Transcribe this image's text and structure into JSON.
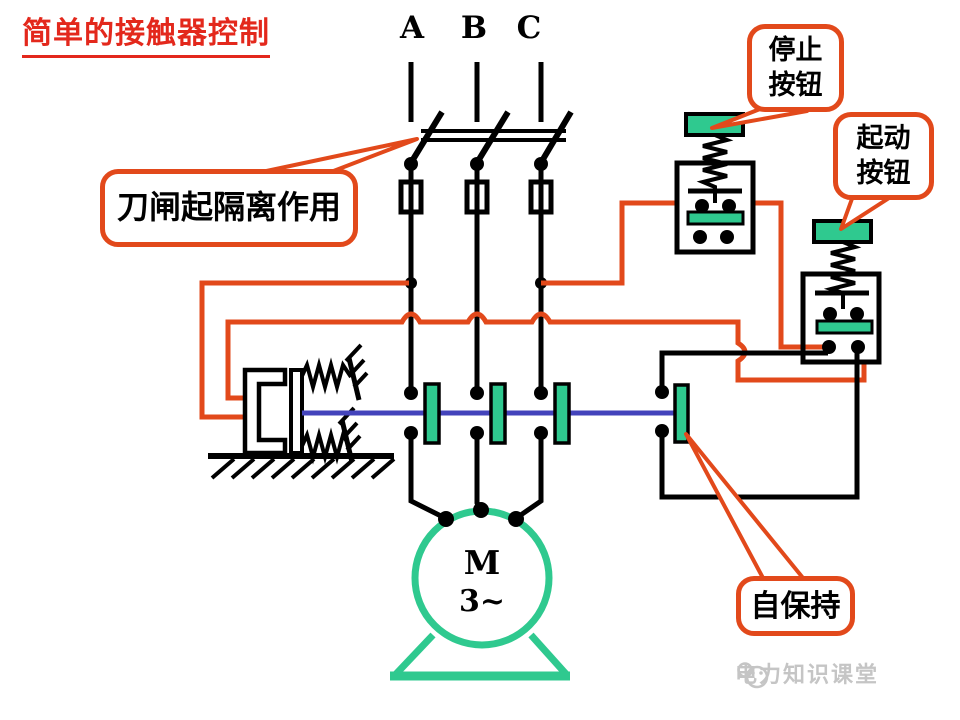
{
  "slide": {
    "title": "简单的接触器控制",
    "phase_labels": [
      "A",
      "B",
      "C"
    ],
    "callouts": {
      "knife": "刀闸起隔离作用",
      "stop_line1": "停止",
      "stop_line2": "按钮",
      "start_line1": "起动",
      "start_line2": "按钮",
      "self_hold": "自保持"
    },
    "motor": {
      "symbol": "M",
      "phase": "3~"
    },
    "watermark": "电力知识课堂",
    "colors": {
      "control_wire": "#e2491b",
      "title_red": "#e3281c",
      "contact_green": "#2fc98f",
      "linkage_blue": "#4343bb",
      "circuit_black": "#000000",
      "watermark_gray": "#c5c5c5"
    }
  }
}
